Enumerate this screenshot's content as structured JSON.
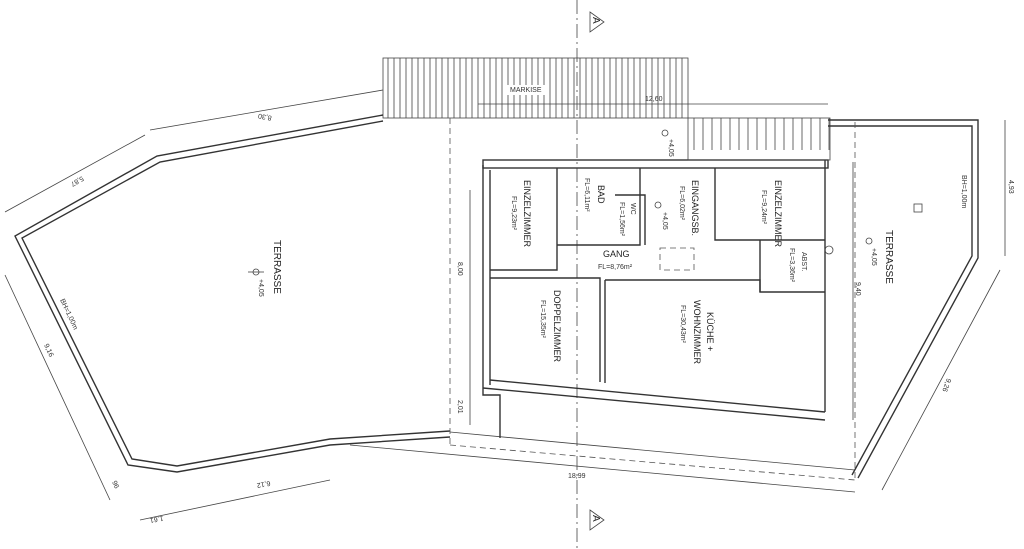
{
  "section_marker": "A",
  "awning": {
    "label": "MARKISE",
    "width": "12,60"
  },
  "rooms": {
    "einzelzimmer_left": {
      "name": "EINZELZIMMER",
      "area": "FL=9,23m²"
    },
    "bad": {
      "name": "BAD",
      "area": "FL=6,11m²"
    },
    "wc": {
      "name": "WC",
      "area": "FL=1,56m²"
    },
    "eingang": {
      "name": "EINGANGSB.",
      "area": "FL=6,02m²"
    },
    "einzelzimmer_right": {
      "name": "EINZELZIMMER",
      "area": "FL=9,24m²"
    },
    "gang": {
      "name": "GANG",
      "area": "FL=8,76m²"
    },
    "abst": {
      "name": "ABST.",
      "area": "FL=3,36m²"
    },
    "doppelzimmer": {
      "name": "DOPPELZIMMER",
      "area": "FL=15,35m²"
    },
    "kueche": {
      "name": "KÜCHE +",
      "name2": "WOHNZIMMER",
      "area": "FL=30,43m²"
    }
  },
  "terraces": {
    "left": {
      "name": "TERRASSE",
      "level": "+4,05",
      "railing": "BH=1,00m"
    },
    "right": {
      "name": "TERRASSE",
      "level": "+4,05",
      "railing": "BH=1,00m"
    }
  },
  "levels": {
    "entry_top": "+4,05",
    "entry": "+4,05"
  },
  "dimensions": {
    "d830": "8,30",
    "d587": "5,87",
    "d916": "9,16",
    "d96": "96",
    "d161": "1,61",
    "d612": "6,12",
    "d1899": "18,99",
    "d800": "8,00",
    "d201": "2,01",
    "d493": "4,93",
    "d940": "9,40",
    "d926": "9,26"
  }
}
